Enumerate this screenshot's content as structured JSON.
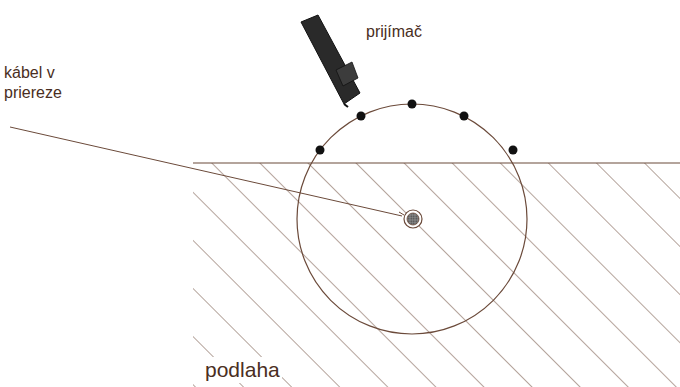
{
  "diagram": {
    "labels": [
      "kábel v priereze",
      "prijímač",
      "podlaha"
    ]
  }
}
